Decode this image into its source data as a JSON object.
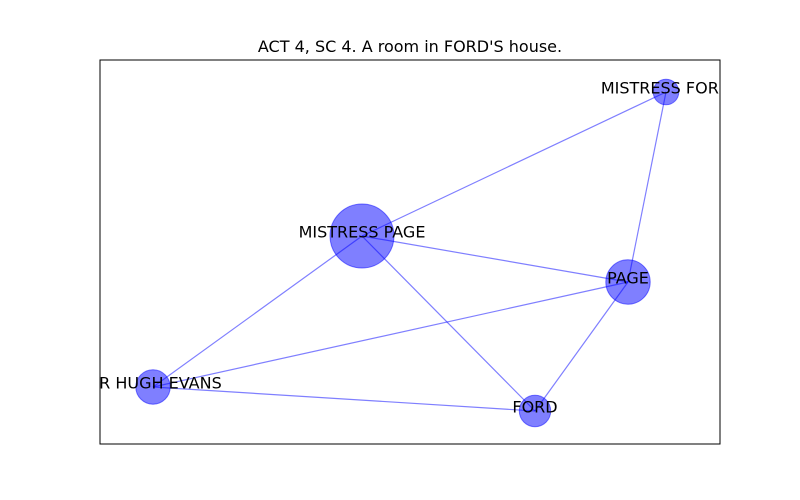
{
  "title": "ACT 4, SC 4. A room in FORD'S house.",
  "colors": {
    "node_fill": "#0000ff",
    "edge": "#0000ff",
    "frame": "#000000",
    "text": "#000000"
  },
  "graph": {
    "nodes": [
      {
        "id": "mistress-page",
        "label": "MISTRESS PAGE",
        "weight": 1.0
      },
      {
        "id": "mistress-ford",
        "label": "MISTRESS FORD",
        "weight": 0.16
      },
      {
        "id": "page",
        "label": "PAGE",
        "weight": 0.48
      },
      {
        "id": "sir-hugh-evans",
        "label": "SIR HUGH EVANS",
        "weight": 0.29
      },
      {
        "id": "ford",
        "label": "FORD",
        "weight": 0.24
      }
    ],
    "edges": [
      [
        "mistress-page",
        "mistress-ford"
      ],
      [
        "mistress-page",
        "page"
      ],
      [
        "mistress-page",
        "sir-hugh-evans"
      ],
      [
        "mistress-page",
        "ford"
      ],
      [
        "mistress-ford",
        "page"
      ],
      [
        "page",
        "sir-hugh-evans"
      ],
      [
        "page",
        "ford"
      ],
      [
        "sir-hugh-evans",
        "ford"
      ]
    ]
  }
}
